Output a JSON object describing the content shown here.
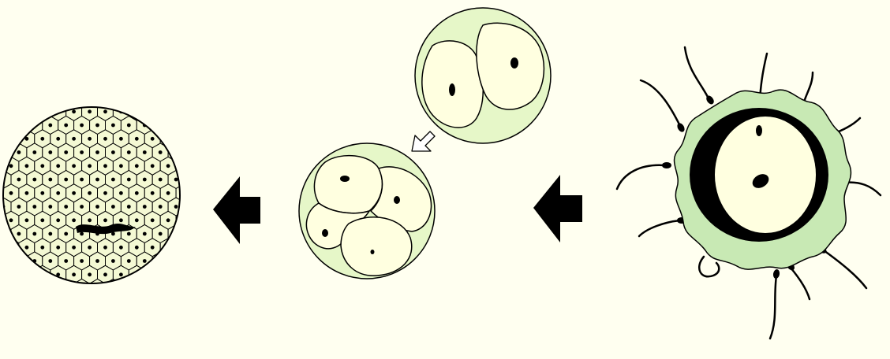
{
  "diagram": {
    "stages": [
      {
        "id": "fertilization"
      },
      {
        "id": "two-cell"
      },
      {
        "id": "four-cell"
      },
      {
        "id": "morula"
      }
    ],
    "arrows": [
      {
        "id": "fertilization-to-four-cell"
      },
      {
        "id": "two-cell-to-four-cell"
      },
      {
        "id": "four-cell-to-morula"
      }
    ]
  },
  "colors": {
    "background": "#fffff0",
    "cytoplasm": "#ffffe0",
    "zona": "#e6f7c8",
    "cell_fill": "#f4f9d4",
    "corona": "#c8e9b4",
    "ink": "#000000"
  }
}
